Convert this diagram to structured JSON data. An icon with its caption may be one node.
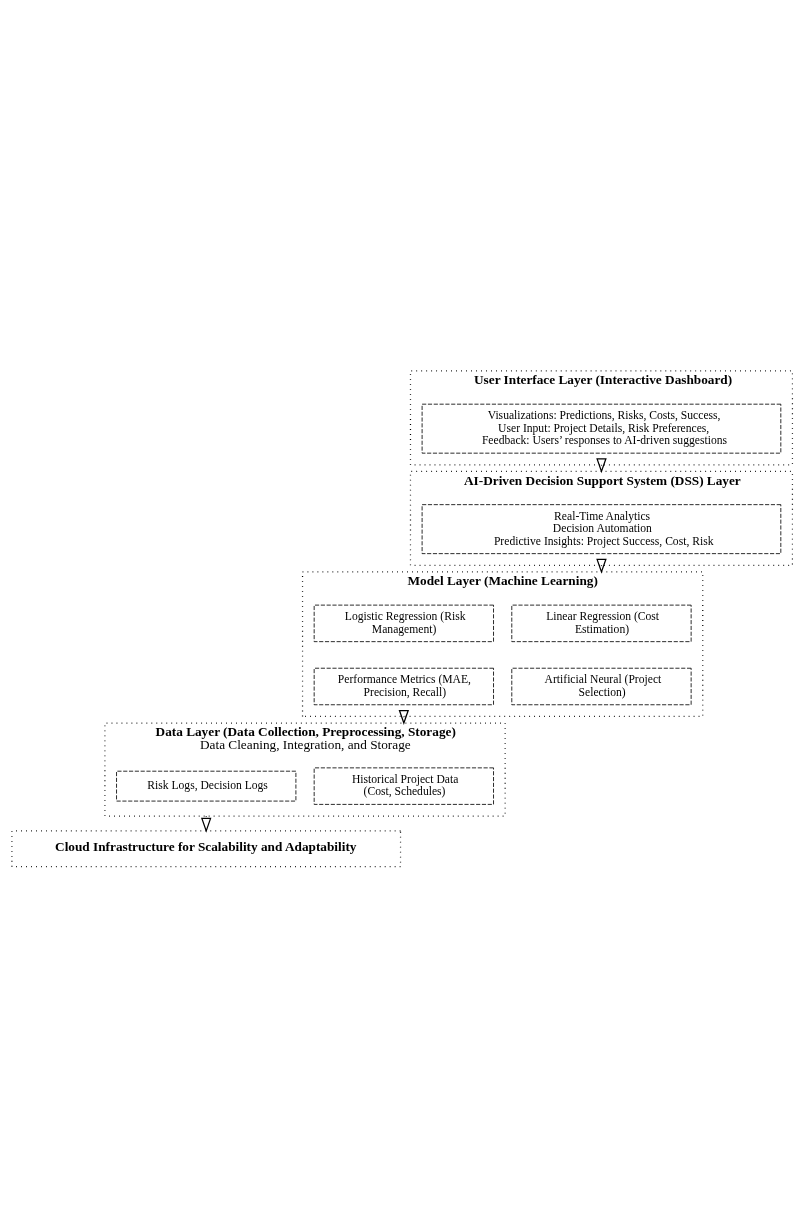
{
  "diagram": {
    "nodes": [
      {
        "text": [
          "User Interface Layer (Interactive Dashboard)"
        ]
      },
      {
        "text": [
          "Visualizations: Predictions, Risks, Costs, Success, User Input: Project Details, Risk Preferences, Feedback: Users’ responses to AI-driven suggestions"
        ],
        "in": 0
      },
      {
        "text": [
          "AI-Driven Decision Support System (DSS) Layer"
        ]
      },
      {
        "text": [
          "Real-Time Analytics",
          "Decision Automation",
          "Predictive Insights: Project Success, Cost, Risk"
        ],
        "in": 2
      },
      {
        "text": [
          "Model Layer (Machine Learning)"
        ]
      },
      {
        "text": [
          "Linear Regression (Cost Estimation)"
        ],
        "in": 4
      },
      {
        "text": [
          "Logistic Regression (Risk Management)"
        ],
        "in": 4
      },
      {
        "text": [
          "Artificial Neural (Project Selection)"
        ],
        "in": 4
      },
      {
        "text": [
          "Performance Metrics (MAE, Precision, Recall)"
        ],
        "in": 4
      },
      {
        "text": [
          "Data Layer (Data Collection, Preprocessing, Storage)",
          "Data Cleaning, Integration, and Storage"
        ]
      },
      {
        "text": [
          "Historical Project Data (Cost, Schedules)"
        ],
        "in": 9
      },
      {
        "text": [
          "Risk Logs, Decision Logs"
        ],
        "in": 9
      },
      {
        "text": [
          "Cloud Infrastructure for Scalability and Adaptability"
        ]
      }
    ],
    "edges": [
      {
        "from": 0,
        "to": 2,
        "arrow": "to",
        "style": "dashed"
      },
      {
        "from": 2,
        "to": 4,
        "arrow": "to",
        "style": "dashed"
      },
      {
        "from": 4,
        "to": 9,
        "arrow": "to",
        "style": "dashed"
      },
      {
        "from": 9,
        "to": 12,
        "arrow": "to",
        "style": "dashed"
      }
    ]
  }
}
